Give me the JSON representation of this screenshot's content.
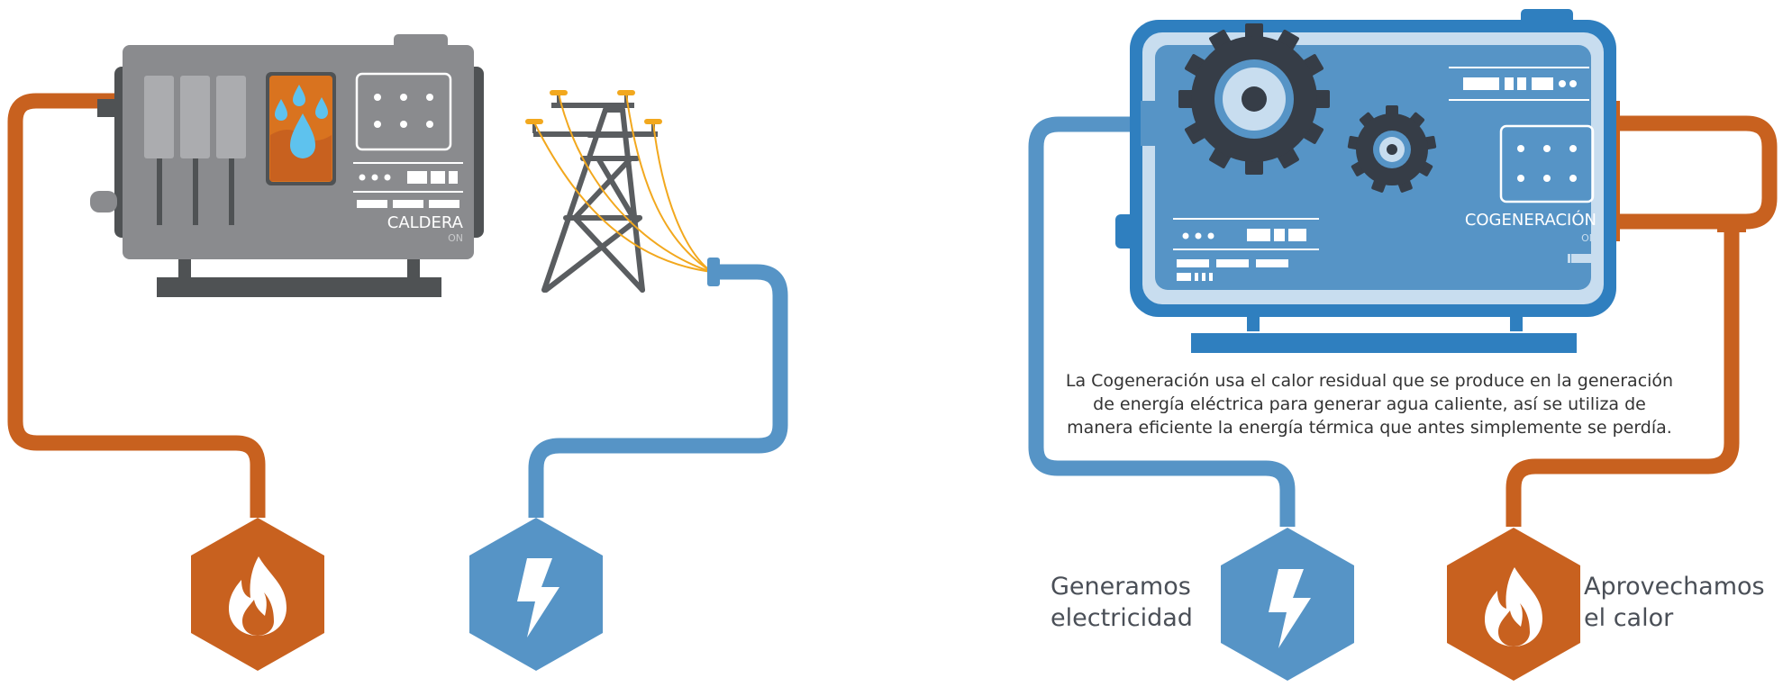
{
  "colors": {
    "orange": "#C8611F",
    "blue": "#5694C6",
    "blue_dark": "#2F7FBF",
    "gray_body": "#8A8B8E",
    "gray_dark": "#4F5254",
    "gear": "#363D47",
    "wire": "#F2A81E"
  },
  "boiler": {
    "label": "CALDERA",
    "status": "ON"
  },
  "cogeneration": {
    "label": "COGENERACIÓN",
    "status": "ON"
  },
  "caption": {
    "line1": "La Cogeneración usa el calor residual que se produce en la generación",
    "line2": "de energía eléctrica para generar agua caliente, así se utiliza de",
    "line3": "manera eficiente la energía térmica que antes simplemente se perdía."
  },
  "labels": {
    "electricity_line1": "Generamos",
    "electricity_line2": "electricidad",
    "heat_line1": "Aprovechamos",
    "heat_line2": "el calor"
  },
  "icons": {
    "fire": "fire-icon",
    "lightning": "lightning-icon",
    "gear": "gear-icon",
    "water": "water-drop-icon",
    "tower": "power-tower-icon"
  }
}
